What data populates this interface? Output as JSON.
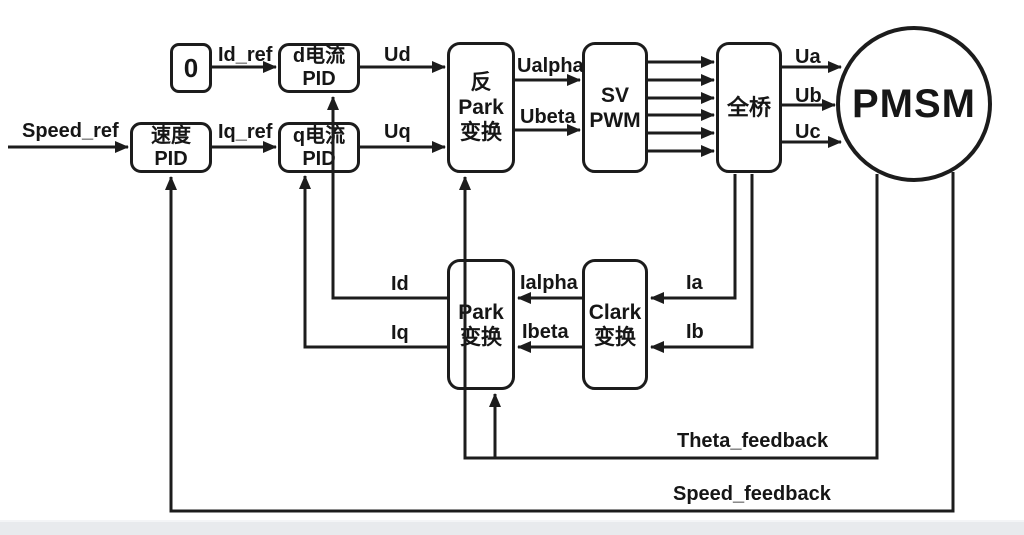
{
  "diagram_title": "PMSM FOC control block diagram",
  "colors": {
    "line": "#1c1c1c",
    "text": "#161616",
    "bottom_bar": "#e8eaed"
  },
  "blocks": {
    "zero": "0",
    "speed_pid": "速度\nPID",
    "d_current_pid": "d电流\nPID",
    "q_current_pid": "q电流\nPID",
    "inverse_park": "反\nPark\n变换",
    "svpwm": "SV\nPWM",
    "full_bridge": "全桥",
    "park": "Park\n变换",
    "clark": "Clark\n变换",
    "motor": "PMSM"
  },
  "signals": {
    "speed_ref": "Speed_ref",
    "id_ref": "Id_ref",
    "iq_ref": "Iq_ref",
    "ud": "Ud",
    "uq": "Uq",
    "ualpha": "Ualpha",
    "ubeta": "Ubeta",
    "ua": "Ua",
    "ub": "Ub",
    "uc": "Uc",
    "ia": "Ia",
    "ib": "Ib",
    "ialpha": "Ialpha",
    "ibeta": "Ibeta",
    "id": "Id",
    "iq": "Iq",
    "theta_feedback": "Theta_feedback",
    "speed_feedback": "Speed_feedback"
  }
}
